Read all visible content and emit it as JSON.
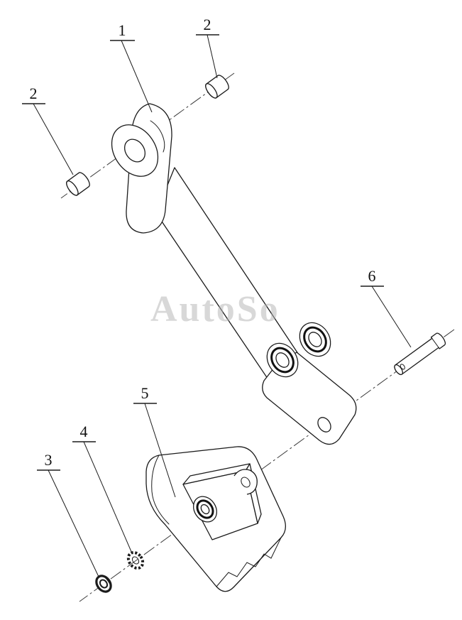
{
  "diagram": {
    "watermark": "AutoSo",
    "callouts": [
      {
        "label": "1"
      },
      {
        "label": "2"
      },
      {
        "label": "2"
      },
      {
        "label": "3"
      },
      {
        "label": "4"
      },
      {
        "label": "5"
      },
      {
        "label": "6"
      }
    ]
  }
}
